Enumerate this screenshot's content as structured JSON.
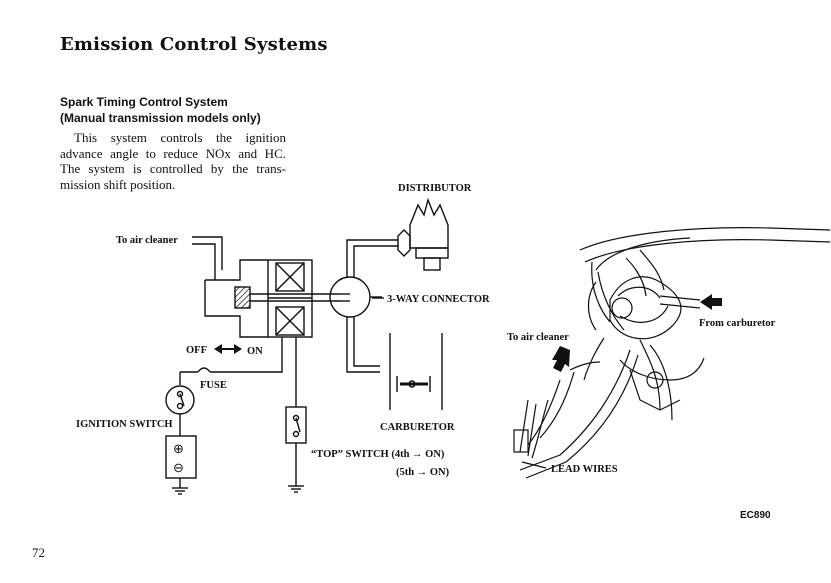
{
  "page": {
    "title": "Emission Control Systems",
    "page_number": "72",
    "figure_code": "EC890"
  },
  "section": {
    "heading_line1": "Spark Timing Control System",
    "heading_line2": "(Manual transmission models only)",
    "body_lines": [
      "This system controls the ignition",
      "advance angle to reduce NOx and HC.",
      "The system is controlled by the trans-",
      "mission shift position."
    ]
  },
  "diagram_labels": {
    "distributor": "DISTRIBUTOR",
    "to_air_cleaner_left": "To air cleaner",
    "three_way_connector": "3-WAY CONNECTOR",
    "off": "OFF",
    "on": "ON",
    "fuse": "FUSE",
    "ignition_switch": "IGNITION SWITCH",
    "carburetor": "CARBURETOR",
    "top_switch_line1": "“TOP” SWITCH (4th → ON)",
    "top_switch_line2": "(5th → ON)",
    "to_air_cleaner_right": "To air cleaner",
    "from_carburetor": "From carburetor",
    "lead_wires": "LEAD WIRES",
    "plus": "⊕",
    "minus": "⊖"
  }
}
